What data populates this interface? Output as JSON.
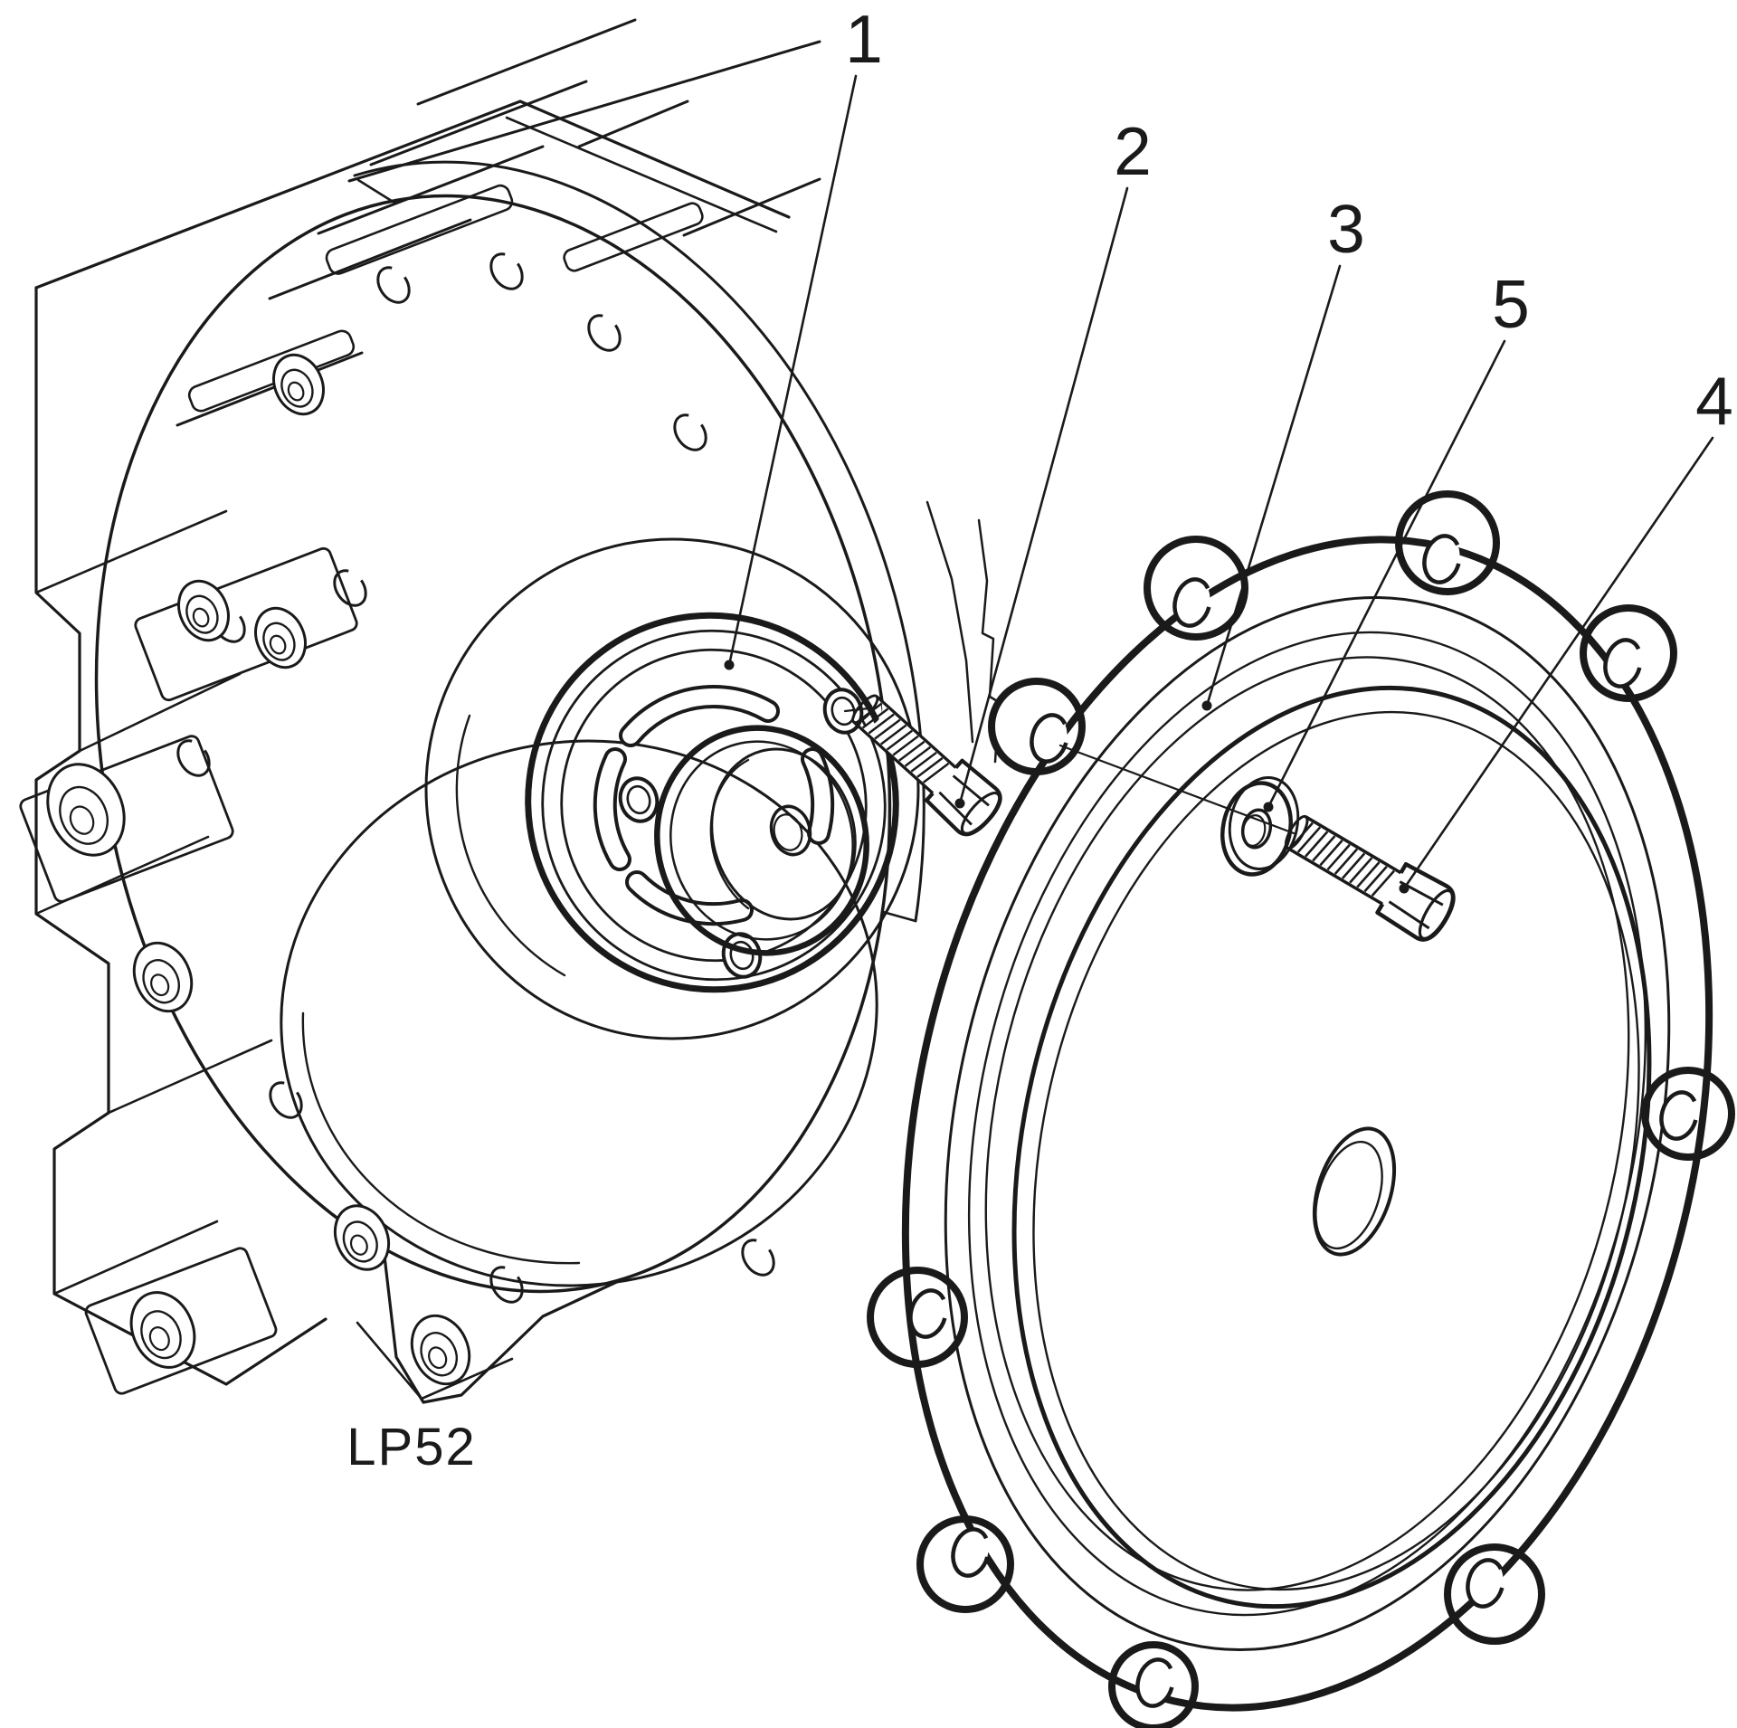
{
  "figure": {
    "code": "LP52"
  },
  "callouts": [
    {
      "label": "1"
    },
    {
      "label": "2"
    },
    {
      "label": "3"
    },
    {
      "label": "5"
    },
    {
      "label": "4"
    }
  ],
  "colors": {
    "ink": "#1a1a1a",
    "paper": "#ffffff"
  }
}
